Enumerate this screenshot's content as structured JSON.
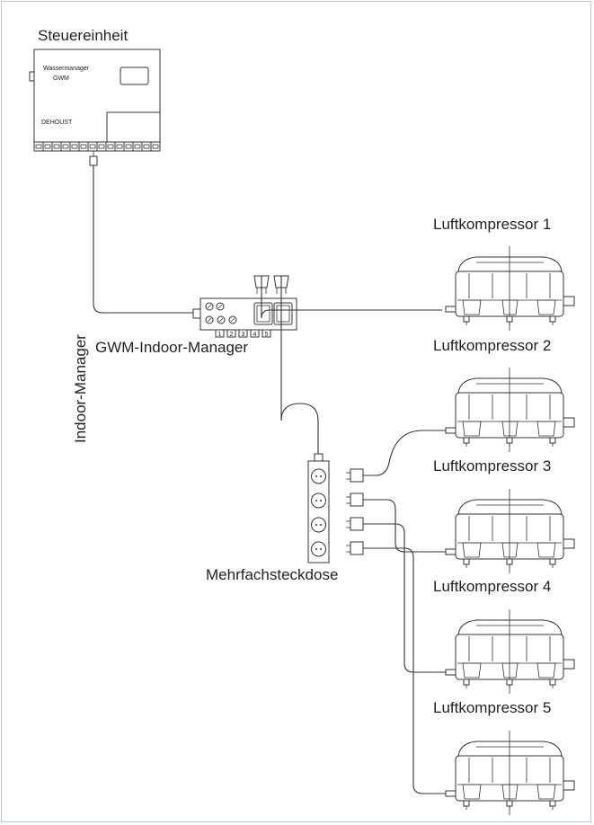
{
  "controller": {
    "title": "Steuereinheit",
    "device_line1": "Wassermanager",
    "device_line2": "GWM",
    "brand": "DEHOUST"
  },
  "cable_label": "Indoor-Manager",
  "indoor_manager": {
    "label": "GWM-Indoor-Manager",
    "terminal_numbers": [
      "1",
      "2",
      "3",
      "4",
      "5"
    ]
  },
  "power_strip_label": "Mehrfachsteckdose",
  "compressors": [
    {
      "label": "Luftkompressor 1"
    },
    {
      "label": "Luftkompressor 2"
    },
    {
      "label": "Luftkompressor 3"
    },
    {
      "label": "Luftkompressor 4"
    },
    {
      "label": "Luftkompressor 5"
    }
  ]
}
